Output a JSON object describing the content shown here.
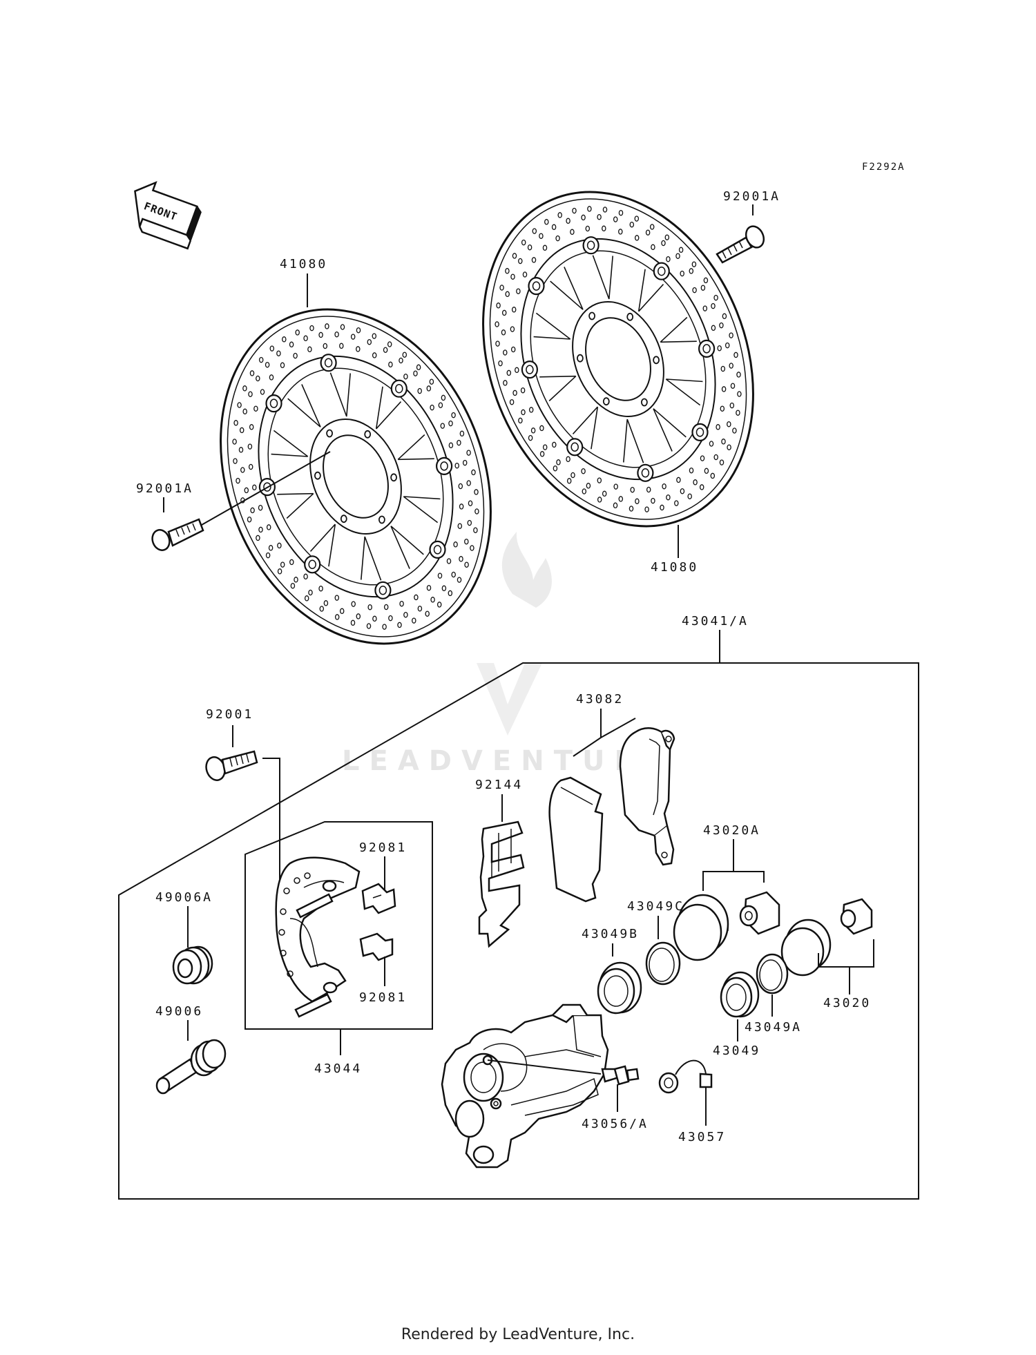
{
  "diagram": {
    "code": "F2292A",
    "front_label": "FRONT",
    "watermark": "LEADVENTURE",
    "labels": {
      "disc_left": "41080",
      "disc_right": "41080",
      "bolt_left": "92001A",
      "bolt_right": "92001A",
      "caliper_assembly": "43041/A",
      "pad_set": "43082",
      "bolt_caliper": "92001",
      "spring": "92144",
      "clip_top": "92081",
      "clip_bottom": "92081",
      "holder": "43044",
      "boot_a": "49006A",
      "pin": "49006",
      "piston_a": "43020A",
      "piston": "43020",
      "seal_c": "43049C",
      "seal_b": "43049B",
      "seal_a": "43049A",
      "seal": "43049",
      "bleed_valve": "43056/A",
      "cap": "43057"
    }
  },
  "footer": {
    "text": "Rendered by LeadVenture, Inc."
  }
}
